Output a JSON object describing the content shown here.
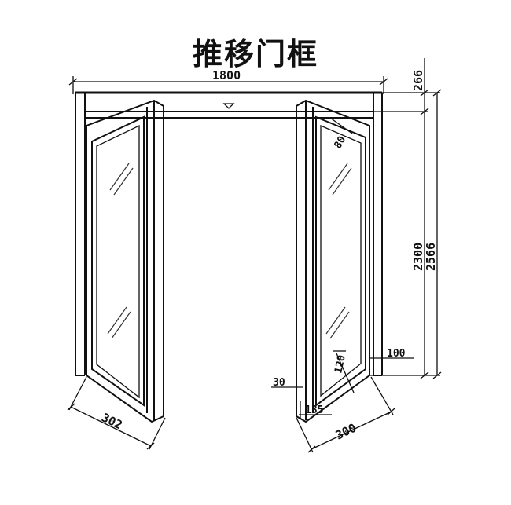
{
  "title": "推移门框",
  "dimensions": {
    "overall_width": "1800",
    "top_height": "266",
    "door_height": "2300",
    "total_height": "2566",
    "left_leaf_width": "302",
    "right_leaf_width": "300",
    "top_corner": "80",
    "bottom_corner": "120",
    "right_bottom_offset": "100",
    "left_bottom_offset": "30",
    "bottom_small": "135"
  }
}
